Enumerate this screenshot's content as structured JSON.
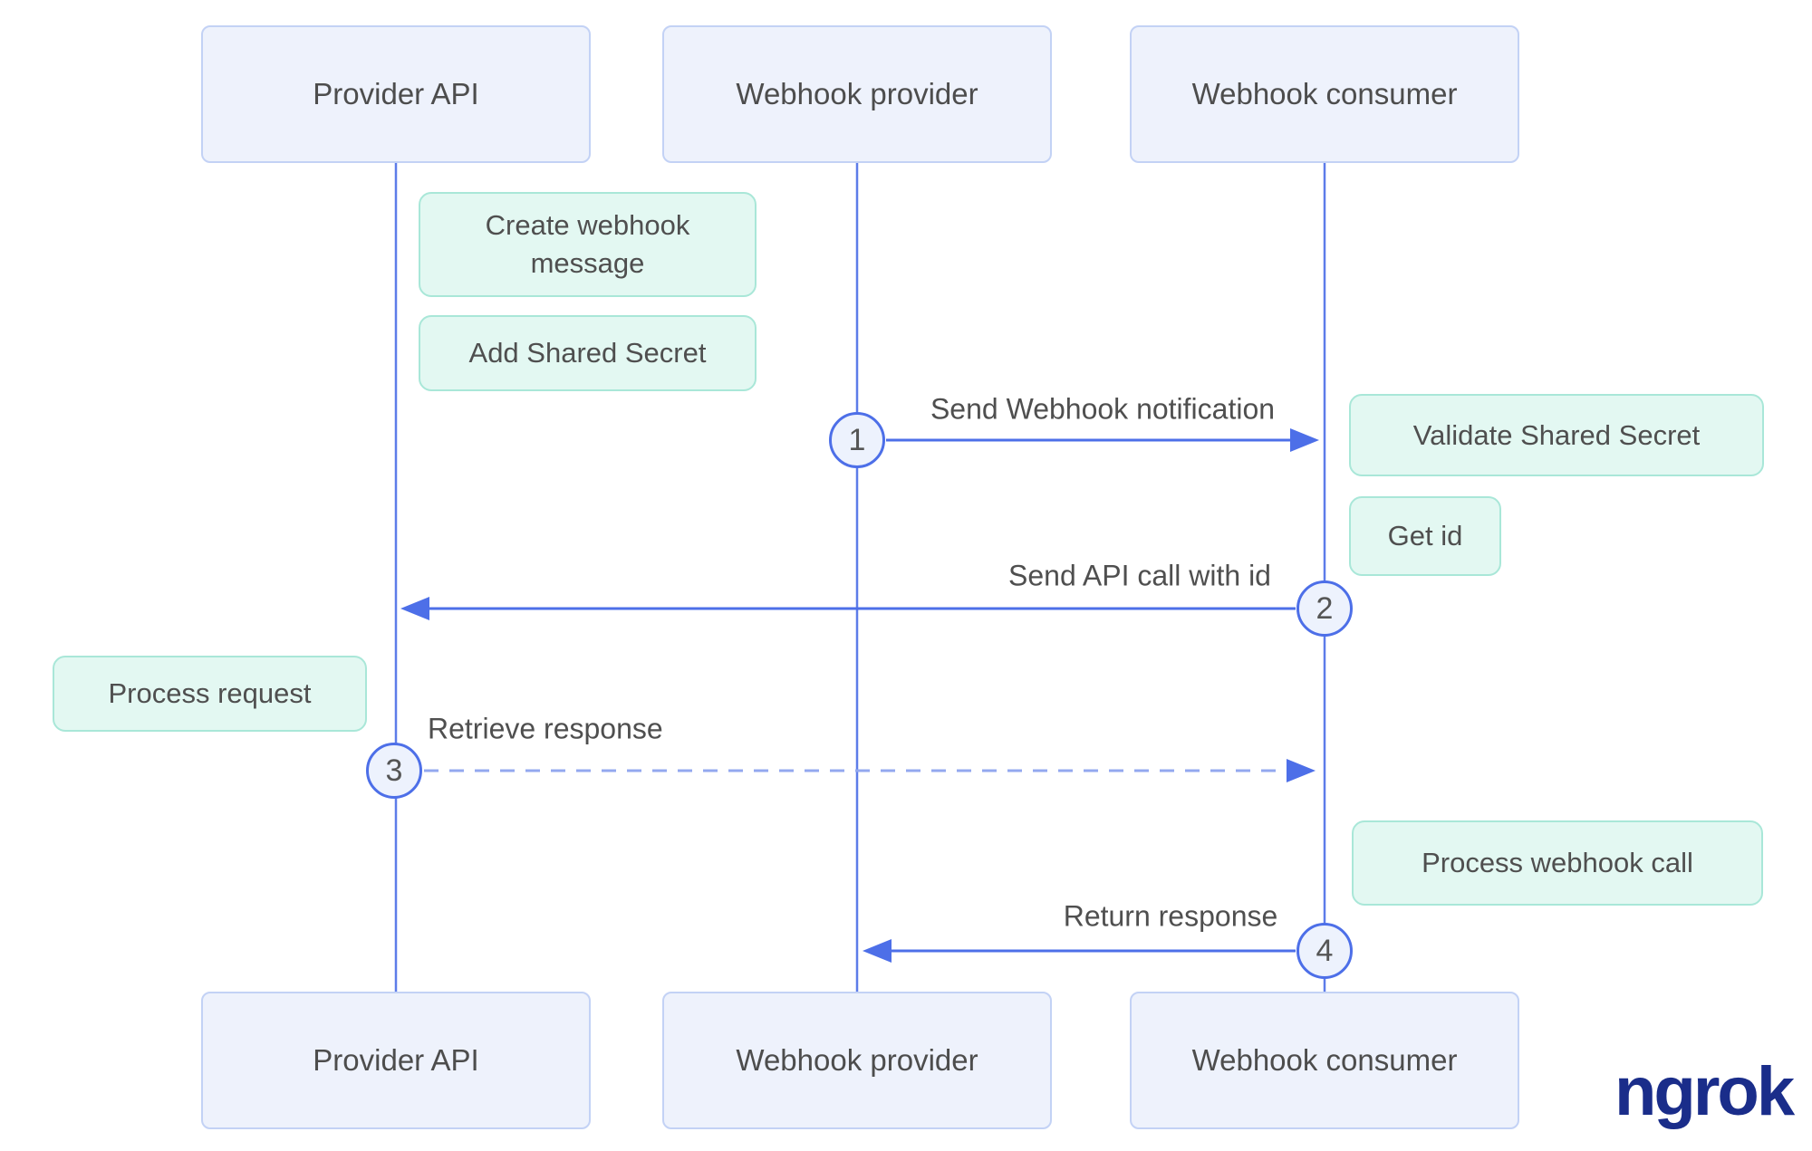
{
  "diagram": {
    "title_hint": "webhook sequence diagram",
    "actors": [
      {
        "id": "provider-api",
        "label": "Provider API"
      },
      {
        "id": "webhook-provider",
        "label": "Webhook provider"
      },
      {
        "id": "webhook-consumer",
        "label": "Webhook consumer"
      }
    ],
    "actions": {
      "create_webhook_message": "Create webhook message",
      "add_shared_secret": "Add Shared Secret",
      "validate_shared_secret": "Validate Shared Secret",
      "get_id": "Get id",
      "process_request": "Process request",
      "process_webhook_call": "Process webhook call"
    },
    "messages": [
      {
        "num": "1",
        "label": "Send Webhook notification",
        "line": "solid",
        "from": "webhook-provider",
        "to": "webhook-consumer",
        "direction": "right"
      },
      {
        "num": "2",
        "label": "Send API call with id",
        "line": "solid",
        "from": "webhook-consumer",
        "to": "provider-api",
        "direction": "left"
      },
      {
        "num": "3",
        "label": "Retrieve response",
        "line": "dashed",
        "from": "provider-api",
        "to": "webhook-consumer",
        "direction": "right"
      },
      {
        "num": "4",
        "label": "Return response",
        "line": "solid",
        "from": "webhook-consumer",
        "to": "webhook-provider",
        "direction": "left"
      }
    ],
    "logo": {
      "text": "ngrok"
    },
    "colors": {
      "background": "#ffffff",
      "actor_fill": "#eef2fc",
      "actor_border": "#c3d2f5",
      "action_fill": "#e3f8f2",
      "action_border": "#a9e7d8",
      "lifeline_blue": "#5d7ce9",
      "arrow_blue": "#4d6fe8",
      "dashed_blue": "#93a8ef",
      "circle_fill": "#edf2fd",
      "text_gray": "#4f4f4f",
      "logo_navy": "#1a2d8a"
    }
  }
}
